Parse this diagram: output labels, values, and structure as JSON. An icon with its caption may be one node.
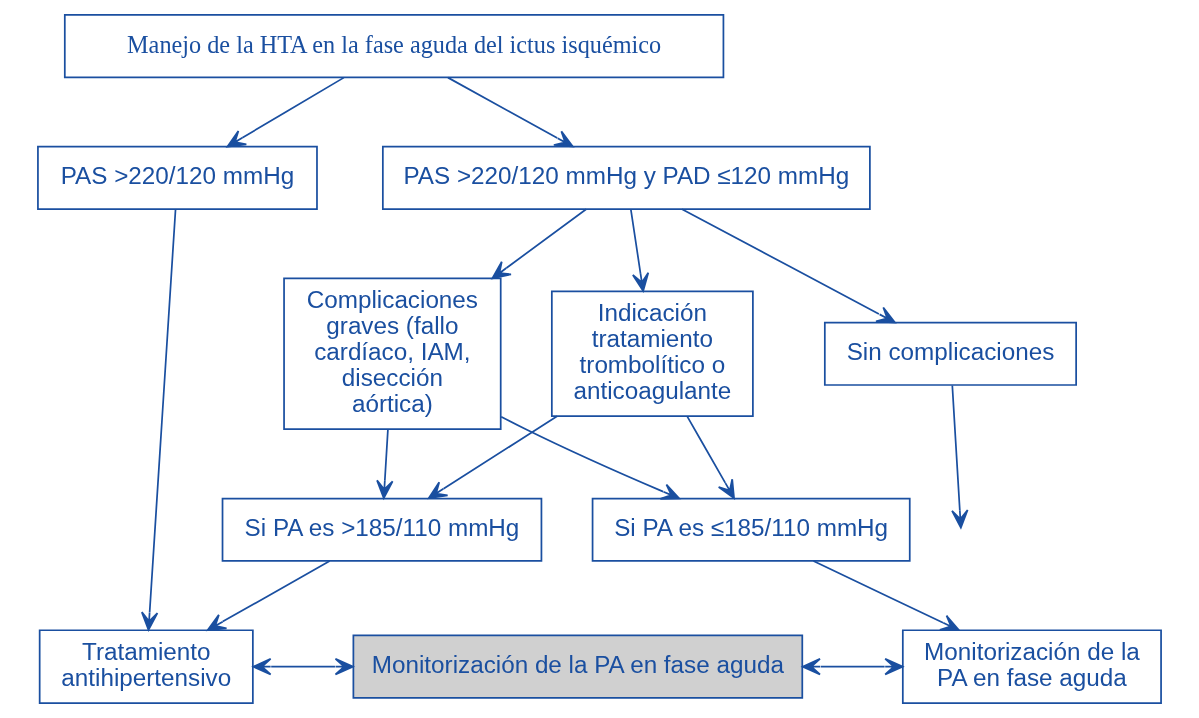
{
  "diagram": {
    "nodes": [
      {
        "text": [
          "Manejo de la HTA en la fase aguda del ictus isquémico"
        ]
      },
      {
        "text": [
          "PAS >220/120 mmHg"
        ]
      },
      {
        "text": [
          "PAS >220/120 mmHg y PAD ≤120 mmHg"
        ]
      },
      {
        "text": [
          "Complicaciones graves (fallo cardíaco, IAM, disección aórtica)"
        ]
      },
      {
        "text": [
          "Indicación tratamiento trombolítico o anticoagulante"
        ]
      },
      {
        "text": [
          "Sin complicaciones"
        ]
      },
      {
        "text": [
          "Si PA es >185/110 mmHg"
        ]
      },
      {
        "text": [
          "Si PA es ≤185/110 mmHg"
        ]
      },
      {
        "text": [
          "Tratamiento antihipertensivo"
        ]
      },
      {
        "text": [
          "Monitorización de la PA en fase aguda"
        ]
      },
      {
        "text": [
          "Monitorización de la PA en fase aguda"
        ]
      }
    ],
    "edges": [
      {
        "from": 0,
        "to": 1,
        "arrow": "to"
      },
      {
        "from": 0,
        "to": 2,
        "arrow": "to"
      },
      {
        "from": 2,
        "to": 3,
        "arrow": "to"
      },
      {
        "from": 2,
        "to": 4,
        "arrow": "to"
      },
      {
        "from": 2,
        "to": 5,
        "arrow": "to"
      },
      {
        "from": 3,
        "to": 6,
        "arrow": "to"
      },
      {
        "from": 4,
        "to": 6,
        "arrow": "to"
      },
      {
        "from": 3,
        "to": 7,
        "arrow": "to"
      },
      {
        "from": 4,
        "to": 7,
        "arrow": "to"
      },
      {
        "from": 5,
        "to": null,
        "arrow": "to"
      },
      {
        "from": 1,
        "to": 8,
        "arrow": "to"
      },
      {
        "from": 6,
        "to": 8,
        "arrow": "to"
      },
      {
        "from": 7,
        "to": 10,
        "arrow": "to"
      },
      {
        "from": 8,
        "to": 9,
        "arrow": "both"
      },
      {
        "from": 9,
        "to": 10,
        "arrow": "both"
      }
    ]
  }
}
